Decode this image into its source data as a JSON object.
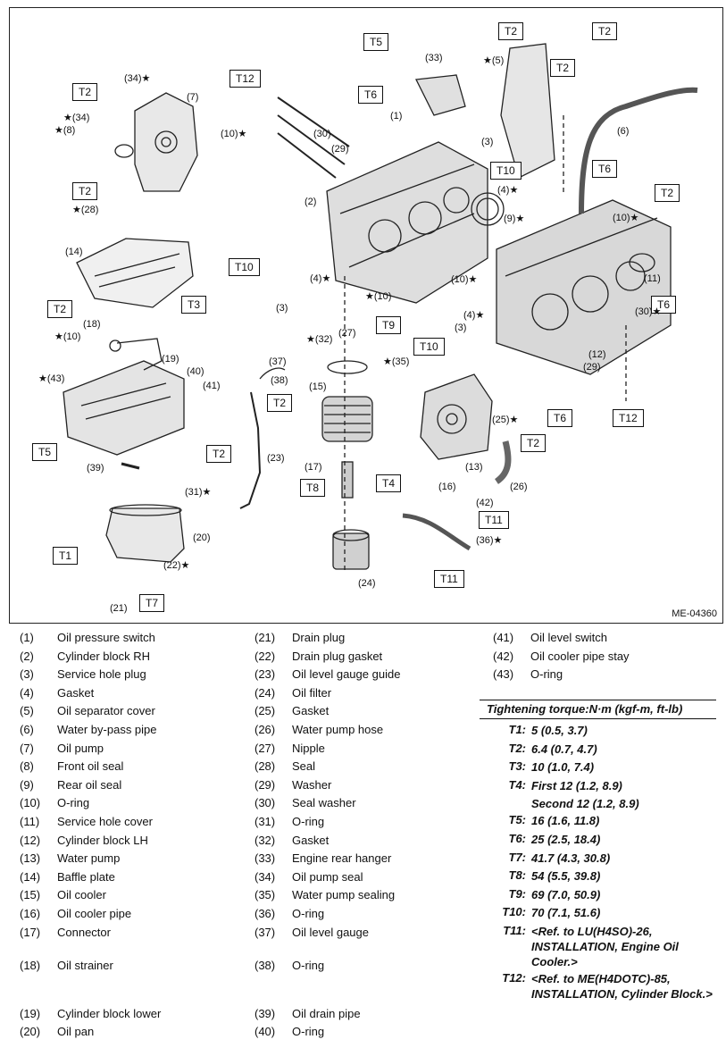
{
  "diagram": {
    "code": "ME-04360",
    "tcode_boxes": [
      "T5",
      "T2",
      "T2",
      "T2",
      "T12",
      "T6",
      "T2",
      "T6",
      "T2",
      "T10",
      "T2",
      "T3",
      "T2",
      "T10",
      "T9",
      "T6",
      "T10",
      "T5",
      "T2",
      "T2",
      "T8",
      "T4",
      "T11",
      "T11",
      "T1",
      "T7",
      "T2",
      "T6",
      "T12"
    ],
    "callouts": [
      "(34)★",
      "(7)",
      "★(34)",
      "★(8)",
      "(10)★",
      "★(28)",
      "(14)",
      "(33)",
      "★(5)",
      "(1)",
      "(30)",
      "(29)",
      "(3)",
      "(4)★",
      "(6)",
      "(9)★",
      "(10)★",
      "(2)",
      "(4)★",
      "(3)",
      "★(10)",
      "(10)★",
      "(11)",
      "(30)★",
      "(18)",
      "★(10)",
      "★(43)",
      "(19)",
      "(40)",
      "(41)",
      "(37)",
      "(38)",
      "★(32)",
      "(27)",
      "★(35)",
      "(15)",
      "(4)★",
      "(3)",
      "(25)★",
      "(12)",
      "(29)",
      "(13)",
      "(26)",
      "(16)",
      "(42)",
      "(36)★",
      "(17)",
      "(39)",
      "(31)★",
      "(23)",
      "(20)",
      "(22)★",
      "(21)",
      "(24)"
    ]
  },
  "legend": {
    "col1": [
      {
        "num": "(1)",
        "name": "Oil pressure switch"
      },
      {
        "num": "(2)",
        "name": "Cylinder block RH"
      },
      {
        "num": "(3)",
        "name": "Service hole plug"
      },
      {
        "num": "(4)",
        "name": "Gasket"
      },
      {
        "num": "(5)",
        "name": "Oil separator cover"
      },
      {
        "num": "(6)",
        "name": "Water by-pass pipe"
      },
      {
        "num": "(7)",
        "name": "Oil pump"
      },
      {
        "num": "(8)",
        "name": "Front oil seal"
      },
      {
        "num": "(9)",
        "name": "Rear oil seal"
      },
      {
        "num": "(10)",
        "name": "O-ring"
      },
      {
        "num": "(11)",
        "name": "Service hole cover"
      },
      {
        "num": "(12)",
        "name": "Cylinder block LH"
      },
      {
        "num": "(13)",
        "name": "Water pump"
      },
      {
        "num": "(14)",
        "name": "Baffle plate"
      },
      {
        "num": "(15)",
        "name": "Oil cooler"
      },
      {
        "num": "(16)",
        "name": "Oil cooler pipe"
      },
      {
        "num": "(17)",
        "name": "Connector"
      },
      {
        "num": "(18)",
        "name": "Oil strainer"
      },
      {
        "num": "(19)",
        "name": "Cylinder block lower"
      },
      {
        "num": "(20)",
        "name": "Oil pan"
      }
    ],
    "col2": [
      {
        "num": "(21)",
        "name": "Drain plug"
      },
      {
        "num": "(22)",
        "name": "Drain plug gasket"
      },
      {
        "num": "(23)",
        "name": "Oil level gauge guide"
      },
      {
        "num": "(24)",
        "name": "Oil filter"
      },
      {
        "num": "(25)",
        "name": "Gasket"
      },
      {
        "num": "(26)",
        "name": "Water pump hose"
      },
      {
        "num": "(27)",
        "name": "Nipple"
      },
      {
        "num": "(28)",
        "name": "Seal"
      },
      {
        "num": "(29)",
        "name": "Washer"
      },
      {
        "num": "(30)",
        "name": "Seal washer"
      },
      {
        "num": "(31)",
        "name": "O-ring"
      },
      {
        "num": "(32)",
        "name": "Gasket"
      },
      {
        "num": "(33)",
        "name": "Engine rear hanger"
      },
      {
        "num": "(34)",
        "name": "Oil pump seal"
      },
      {
        "num": "(35)",
        "name": "Water pump sealing"
      },
      {
        "num": "(36)",
        "name": "O-ring"
      },
      {
        "num": "(37)",
        "name": "Oil level gauge"
      },
      {
        "num": "(38)",
        "name": "O-ring"
      },
      {
        "num": "(39)",
        "name": "Oil drain pipe"
      },
      {
        "num": "(40)",
        "name": "O-ring"
      }
    ],
    "col3": [
      {
        "num": "(41)",
        "name": "Oil level switch"
      },
      {
        "num": "(42)",
        "name": "Oil cooler pipe stay"
      },
      {
        "num": "(43)",
        "name": "O-ring"
      }
    ]
  },
  "torque": {
    "title": "Tightening torque:N·m (kgf-m, ft-lb)",
    "rows": [
      {
        "key": "T1:",
        "value": "5 (0.5, 3.7)"
      },
      {
        "key": "T2:",
        "value": "6.4 (0.7, 4.7)"
      },
      {
        "key": "T3:",
        "value": "10 (1.0, 7.4)"
      },
      {
        "key": "T4:",
        "value": "First 12 (1.2, 8.9)"
      },
      {
        "key": "",
        "value": "Second 12 (1.2, 8.9)"
      },
      {
        "key": "T5:",
        "value": "16 (1.6, 11.8)"
      },
      {
        "key": "T6:",
        "value": "25 (2.5, 18.4)"
      },
      {
        "key": "T7:",
        "value": "41.7 (4.3, 30.8)"
      },
      {
        "key": "T8:",
        "value": "54 (5.5, 39.8)"
      },
      {
        "key": "T9:",
        "value": "69 (7.0, 50.9)"
      },
      {
        "key": "T10:",
        "value": "70 (7.1, 51.6)"
      },
      {
        "key": "T11:",
        "value": "<Ref. to LU(H4SO)-26, INSTALLATION, Engine Oil Cooler.>"
      },
      {
        "key": "T12:",
        "value": "<Ref. to ME(H4DOTC)-85, INSTALLATION, Cylinder Block.>"
      }
    ]
  }
}
